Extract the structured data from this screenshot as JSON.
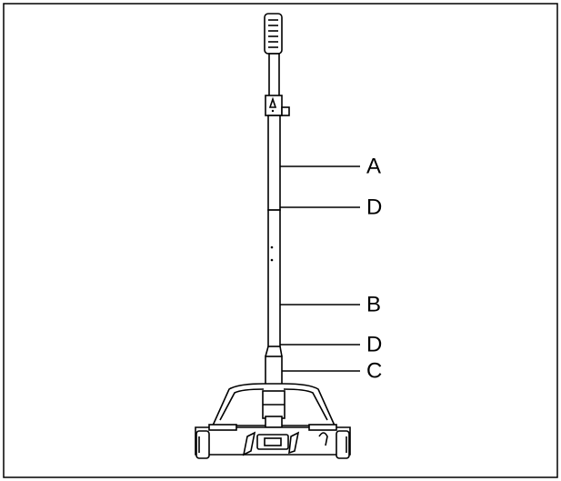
{
  "callouts": [
    {
      "id": "a",
      "label": "A"
    },
    {
      "id": "d1",
      "label": "D"
    },
    {
      "id": "b",
      "label": "B"
    },
    {
      "id": "d2",
      "label": "D"
    },
    {
      "id": "c",
      "label": "C"
    }
  ],
  "colors": {
    "line": "#000000",
    "background": "#ffffff"
  },
  "icons": {
    "handle": "grip-icon",
    "lock": "lock-icon"
  }
}
